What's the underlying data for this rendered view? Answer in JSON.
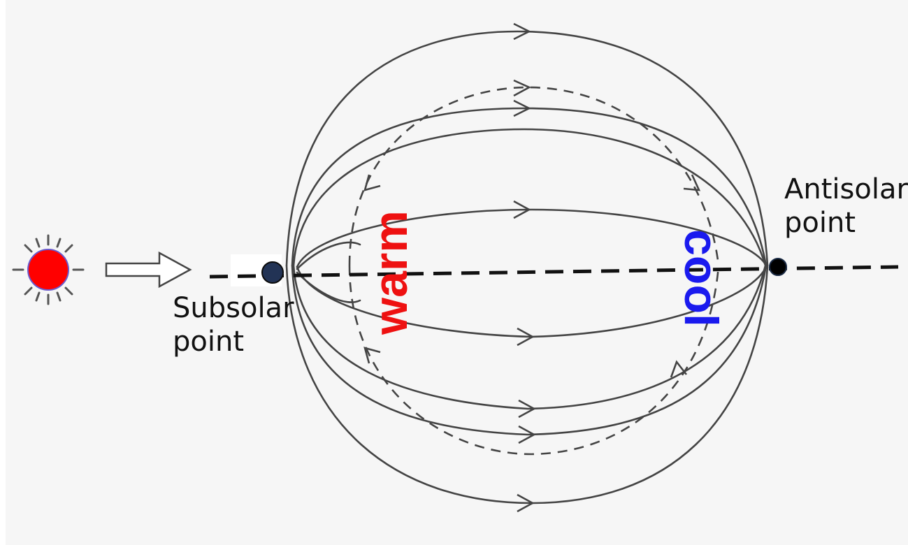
{
  "labels": {
    "subsolar_line1": "Subsolar",
    "subsolar_line2": "point",
    "antisolar_line1": "Antisolar",
    "antisolar_line2": "point",
    "warm": "warm",
    "cool": "cool"
  },
  "colors": {
    "warm": "#ee1111",
    "cool": "#1a1aee",
    "sun": "#ff0000",
    "sketch_line": "#444444",
    "axis_line": "#111111"
  },
  "icons": [
    "sun-icon",
    "incoming-arrow-icon"
  ]
}
